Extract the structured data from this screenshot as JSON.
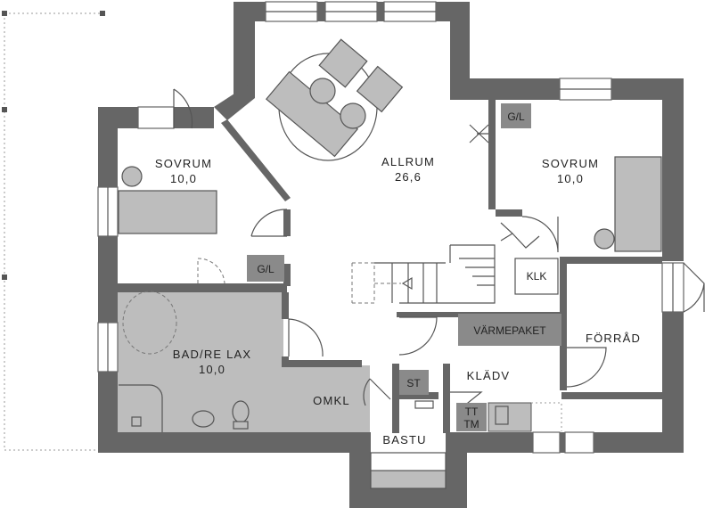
{
  "rooms": {
    "sovrum_left": {
      "name": "SOVRUM",
      "area": "10,0"
    },
    "allrum": {
      "name": "ALLRUM",
      "area": "26,6"
    },
    "sovrum_right": {
      "name": "SOVRUM",
      "area": "10,0"
    },
    "bad": {
      "name": "BAD/RE LAX",
      "area": "10,0"
    },
    "forrad": {
      "name": "FÖRRÅD"
    },
    "kladv": {
      "name": "KLÄDV"
    },
    "omkl": {
      "name": "OMKL"
    },
    "bastu": {
      "name": "BASTU"
    }
  },
  "fixtures": {
    "gl_right": "G/L",
    "gl_left": "G/L",
    "klk": "KLK",
    "varmepaket": "VÄRMEPAKET",
    "st": "ST",
    "tt": "TT",
    "tm": "TM"
  },
  "colors": {
    "wall": "#666666",
    "fill_grey": "#bdbdbd",
    "dark_box": "#8a8a8a"
  }
}
